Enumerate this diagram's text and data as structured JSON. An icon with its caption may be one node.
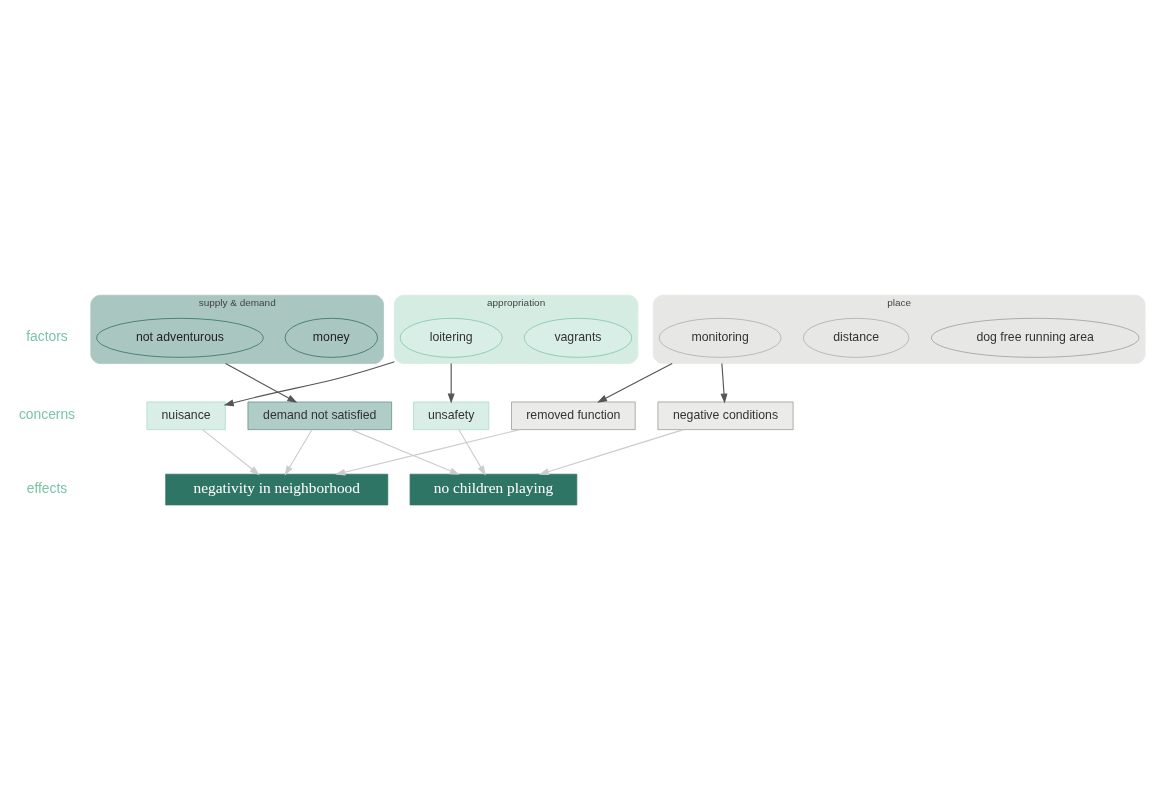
{
  "diagram": {
    "nodes": [
      {
        "text": [
          "appropriation"
        ]
      },
      {
        "text": [
          "vagrants"
        ],
        "in": 0
      },
      {
        "text": [
          "loitering"
        ],
        "in": 0
      },
      {
        "text": [
          "supply & demand"
        ]
      },
      {
        "text": [
          "money"
        ],
        "in": 3
      },
      {
        "text": [
          "not adventurous"
        ],
        "in": 3
      },
      {
        "text": [
          "place"
        ]
      },
      {
        "text": [
          "dog free running area"
        ],
        "in": 6
      },
      {
        "text": [
          "distance"
        ],
        "in": 6
      },
      {
        "text": [
          "monitoring"
        ],
        "in": 6
      },
      {
        "text": [
          "nuisance"
        ]
      },
      {
        "text": [
          "removed function"
        ]
      },
      {
        "text": [
          "unsafety"
        ]
      },
      {
        "text": [
          "negative conditions"
        ]
      },
      {
        "text": [
          "demand not satisfied"
        ]
      },
      {
        "text": [
          "negativity in neighborhood"
        ]
      },
      {
        "text": [
          "no children playing"
        ]
      }
    ],
    "edges": [
      {
        "from": 0,
        "to": 10,
        "arrow": "to",
        "color": "#555555"
      },
      {
        "from": 0,
        "to": 12,
        "arrow": "to",
        "color": "#555555"
      },
      {
        "from": 6,
        "to": 11,
        "arrow": "to",
        "color": "#555555"
      },
      {
        "from": 3,
        "to": 14,
        "arrow": "to",
        "color": "#555555"
      },
      {
        "from": 6,
        "to": 13,
        "arrow": "to",
        "color": "#555555"
      },
      {
        "from": 10,
        "to": 15,
        "arrow": "to"
      },
      {
        "from": 11,
        "to": 15,
        "arrow": "to"
      },
      {
        "from": 14,
        "to": 15,
        "arrow": "to"
      },
      {
        "from": 14,
        "to": 16,
        "arrow": "to"
      },
      {
        "from": 12,
        "to": 16,
        "arrow": "to"
      },
      {
        "from": 13,
        "to": 16,
        "arrow": "to"
      }
    ],
    "labels": [
      "factors",
      "concerns",
      "effects"
    ]
  }
}
